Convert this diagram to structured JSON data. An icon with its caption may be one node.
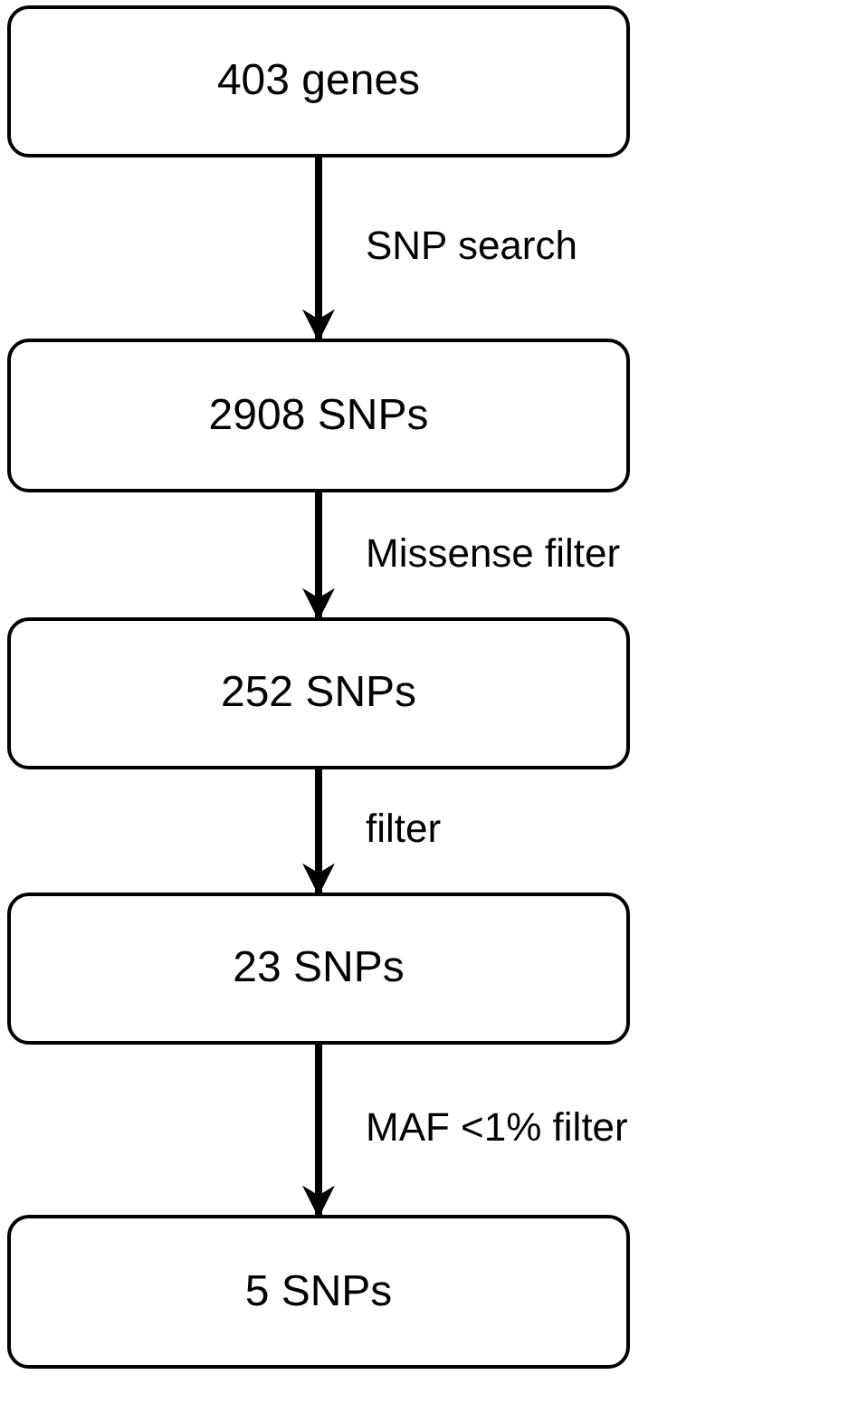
{
  "diagram": {
    "nodes": [
      {
        "text": [
          "403 genes"
        ]
      },
      {
        "text": [
          "2908 SNPs"
        ]
      },
      {
        "text": [
          "252 SNPs"
        ]
      },
      {
        "text": [
          "23 SNPs"
        ]
      },
      {
        "text": [
          "5 SNPs"
        ]
      }
    ],
    "edges": [
      {
        "from": 0,
        "to": 1,
        "arrow": "to",
        "label": "SNP search"
      },
      {
        "from": 1,
        "to": 2,
        "arrow": "to",
        "label": "Missense filter"
      },
      {
        "from": 2,
        "to": 3,
        "arrow": "to",
        "label": "filter"
      },
      {
        "from": 3,
        "to": 4,
        "arrow": "to",
        "label": "MAF <1% filter"
      }
    ]
  }
}
